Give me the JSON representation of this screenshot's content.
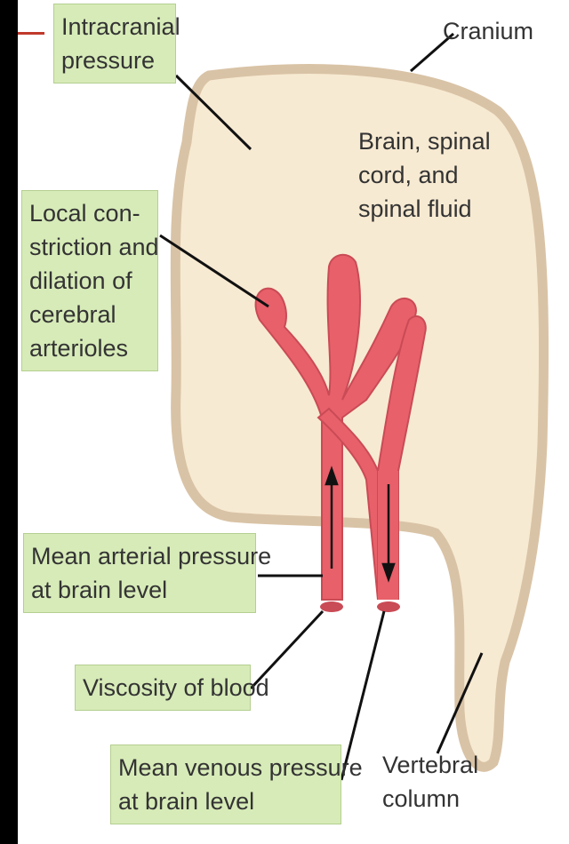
{
  "labels": {
    "intracranial_pressure": [
      "Intracranial",
      "pressure"
    ],
    "cranium": "Cranium",
    "brain_contents": [
      "Brain, spinal",
      "cord, and",
      "spinal fluid"
    ],
    "arterioles": [
      "Local con-",
      "striction and",
      "dilation of",
      "cerebral",
      "arterioles"
    ],
    "mean_arterial_pressure": [
      "Mean arterial pressure",
      "at brain level"
    ],
    "viscosity": "Viscosity of blood",
    "mean_venous_pressure": [
      "Mean venous pressure",
      "at brain level"
    ],
    "vertebral_column": [
      "Vertebral",
      "column"
    ]
  },
  "colors": {
    "label_fill": "#d7ebb8",
    "cranium_wall": "#d9c3a6",
    "brain_fill": "#f7ead2",
    "vessel": "#e8606a"
  }
}
